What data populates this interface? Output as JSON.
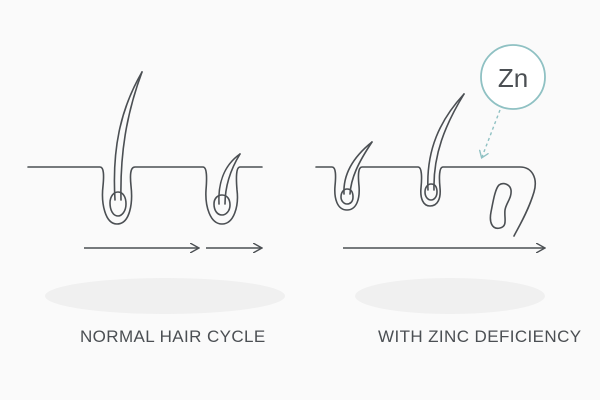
{
  "panels": {
    "left": {
      "caption": "NORMAL HAIR CYCLE"
    },
    "right": {
      "caption": "WITH ZINC DEFICIENCY"
    }
  },
  "zinc_badge": {
    "symbol": "Zn"
  },
  "colors": {
    "background": "#fafafa",
    "line": "#4b4f53",
    "accent_teal": "#8fc1c3",
    "shadow": "#f0f0f0"
  },
  "icons": [
    "zinc-badge-icon",
    "hair-follicle-icon",
    "arrow-right-icon"
  ]
}
